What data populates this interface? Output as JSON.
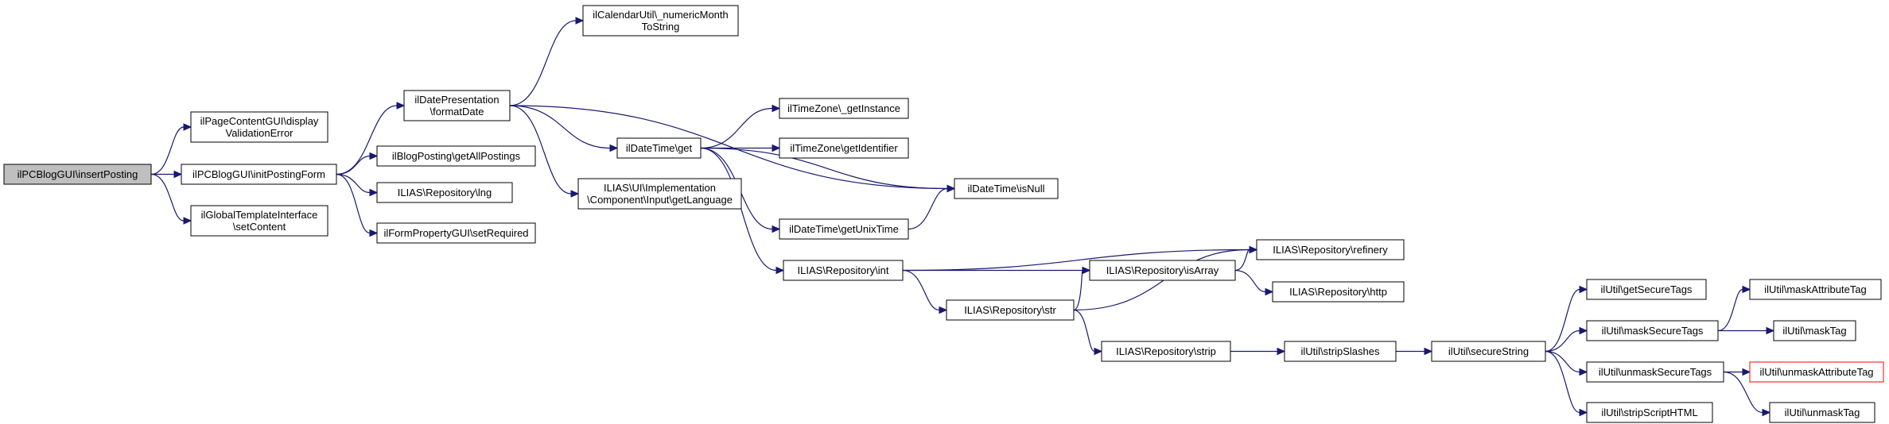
{
  "nodes": [
    {
      "id": "n0",
      "lines": [
        "ilPCBlogGUI\\insertPosting"
      ]
    },
    {
      "id": "n1",
      "lines": [
        "ilPageContentGUI\\display",
        "ValidationError"
      ]
    },
    {
      "id": "n2",
      "lines": [
        "ilPCBlogGUI\\initPostingForm"
      ]
    },
    {
      "id": "n3",
      "lines": [
        "ilGlobalTemplateInterface",
        "\\setContent"
      ]
    },
    {
      "id": "n4",
      "lines": [
        "ilDatePresentation",
        "\\formatDate"
      ]
    },
    {
      "id": "n5",
      "lines": [
        "ilBlogPosting\\getAllPostings"
      ]
    },
    {
      "id": "n6",
      "lines": [
        "ILIAS\\Repository\\lng"
      ]
    },
    {
      "id": "n7",
      "lines": [
        "ilFormPropertyGUI\\setRequired"
      ]
    },
    {
      "id": "n8",
      "lines": [
        "ilCalendarUtil\\_numericMonth",
        "ToString"
      ]
    },
    {
      "id": "n9",
      "lines": [
        "ilDateTime\\get"
      ]
    },
    {
      "id": "n10",
      "lines": [
        "ILIAS\\UI\\Implementation",
        "\\Component\\Input\\getLanguage"
      ]
    },
    {
      "id": "n11",
      "lines": [
        "ilTimeZone\\_getInstance"
      ]
    },
    {
      "id": "n12",
      "lines": [
        "ilTimeZone\\getIdentifier"
      ]
    },
    {
      "id": "n13",
      "lines": [
        "ilDateTime\\isNull"
      ]
    },
    {
      "id": "n14",
      "lines": [
        "ilDateTime\\getUnixTime"
      ]
    },
    {
      "id": "n15",
      "lines": [
        "ILIAS\\Repository\\int"
      ]
    },
    {
      "id": "n16",
      "lines": [
        "ILIAS\\Repository\\refinery"
      ]
    },
    {
      "id": "n17",
      "lines": [
        "ILIAS\\Repository\\isArray"
      ]
    },
    {
      "id": "n18",
      "lines": [
        "ILIAS\\Repository\\http"
      ]
    },
    {
      "id": "n19",
      "lines": [
        "ILIAS\\Repository\\str"
      ]
    },
    {
      "id": "n20",
      "lines": [
        "ILIAS\\Repository\\strip"
      ]
    },
    {
      "id": "n21",
      "lines": [
        "ilUtil\\stripSlashes"
      ]
    },
    {
      "id": "n22",
      "lines": [
        "ilUtil\\secureString"
      ]
    },
    {
      "id": "n23",
      "lines": [
        "ilUtil\\getSecureTags"
      ]
    },
    {
      "id": "n24",
      "lines": [
        "ilUtil\\maskSecureTags"
      ]
    },
    {
      "id": "n25",
      "lines": [
        "ilUtil\\unmaskSecureTags"
      ]
    },
    {
      "id": "n26",
      "lines": [
        "ilUtil\\stripScriptHTML"
      ]
    },
    {
      "id": "n27",
      "lines": [
        "ilUtil\\maskAttributeTag"
      ]
    },
    {
      "id": "n28",
      "lines": [
        "ilUtil\\maskTag"
      ]
    },
    {
      "id": "n29",
      "lines": [
        "ilUtil\\unmaskAttributeTag"
      ]
    },
    {
      "id": "n30",
      "lines": [
        "ilUtil\\unmaskTag"
      ]
    }
  ],
  "edges": [
    [
      "n0",
      "n1"
    ],
    [
      "n0",
      "n2"
    ],
    [
      "n0",
      "n3"
    ],
    [
      "n2",
      "n4"
    ],
    [
      "n2",
      "n5"
    ],
    [
      "n2",
      "n6"
    ],
    [
      "n2",
      "n7"
    ],
    [
      "n4",
      "n8"
    ],
    [
      "n4",
      "n9"
    ],
    [
      "n4",
      "n10"
    ],
    [
      "n4",
      "n13"
    ],
    [
      "n9",
      "n11"
    ],
    [
      "n9",
      "n12"
    ],
    [
      "n9",
      "n13"
    ],
    [
      "n9",
      "n14"
    ],
    [
      "n9",
      "n15"
    ],
    [
      "n14",
      "n13"
    ],
    [
      "n15",
      "n16"
    ],
    [
      "n15",
      "n17"
    ],
    [
      "n15",
      "n19"
    ],
    [
      "n17",
      "n16"
    ],
    [
      "n17",
      "n18"
    ],
    [
      "n19",
      "n16"
    ],
    [
      "n19",
      "n17"
    ],
    [
      "n19",
      "n20"
    ],
    [
      "n20",
      "n21"
    ],
    [
      "n21",
      "n22"
    ],
    [
      "n22",
      "n23"
    ],
    [
      "n22",
      "n24"
    ],
    [
      "n22",
      "n25"
    ],
    [
      "n22",
      "n26"
    ],
    [
      "n24",
      "n27"
    ],
    [
      "n24",
      "n28"
    ],
    [
      "n25",
      "n29"
    ],
    [
      "n25",
      "n30"
    ]
  ]
}
